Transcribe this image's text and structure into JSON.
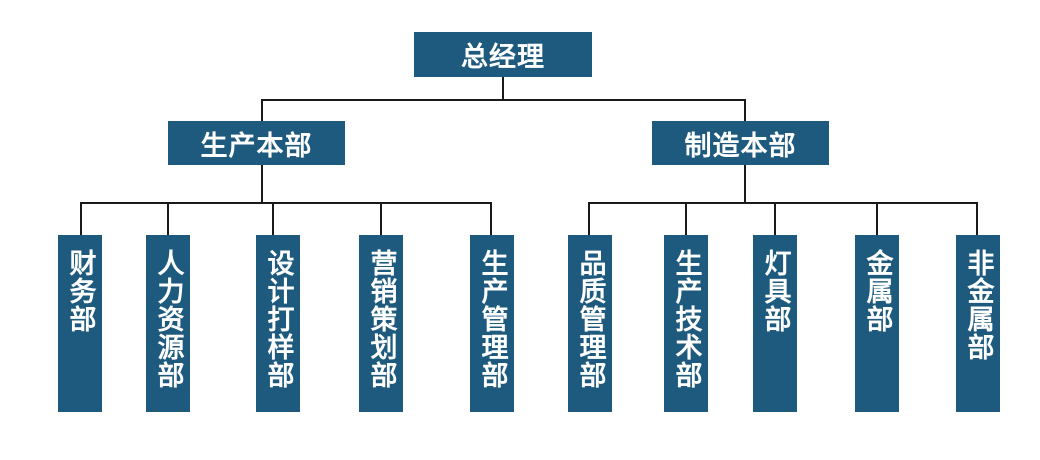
{
  "chart_data": {
    "type": "org_chart",
    "root": {
      "label": "总经理",
      "children": [
        {
          "label": "生产本部",
          "children": [
            {
              "label": "财务部"
            },
            {
              "label": "人力资源部"
            },
            {
              "label": "设计打样部"
            },
            {
              "label": "营销策划部"
            },
            {
              "label": "生产管理部"
            }
          ]
        },
        {
          "label": "制造本部",
          "children": [
            {
              "label": "品质管理部"
            },
            {
              "label": "生产技术部"
            },
            {
              "label": "灯具部"
            },
            {
              "label": "金属部"
            },
            {
              "label": "非金属部"
            }
          ]
        }
      ]
    }
  },
  "colors": {
    "box_fill": "#1d5a7e",
    "box_text": "#ffffff",
    "connector": "#1a1a1a"
  }
}
